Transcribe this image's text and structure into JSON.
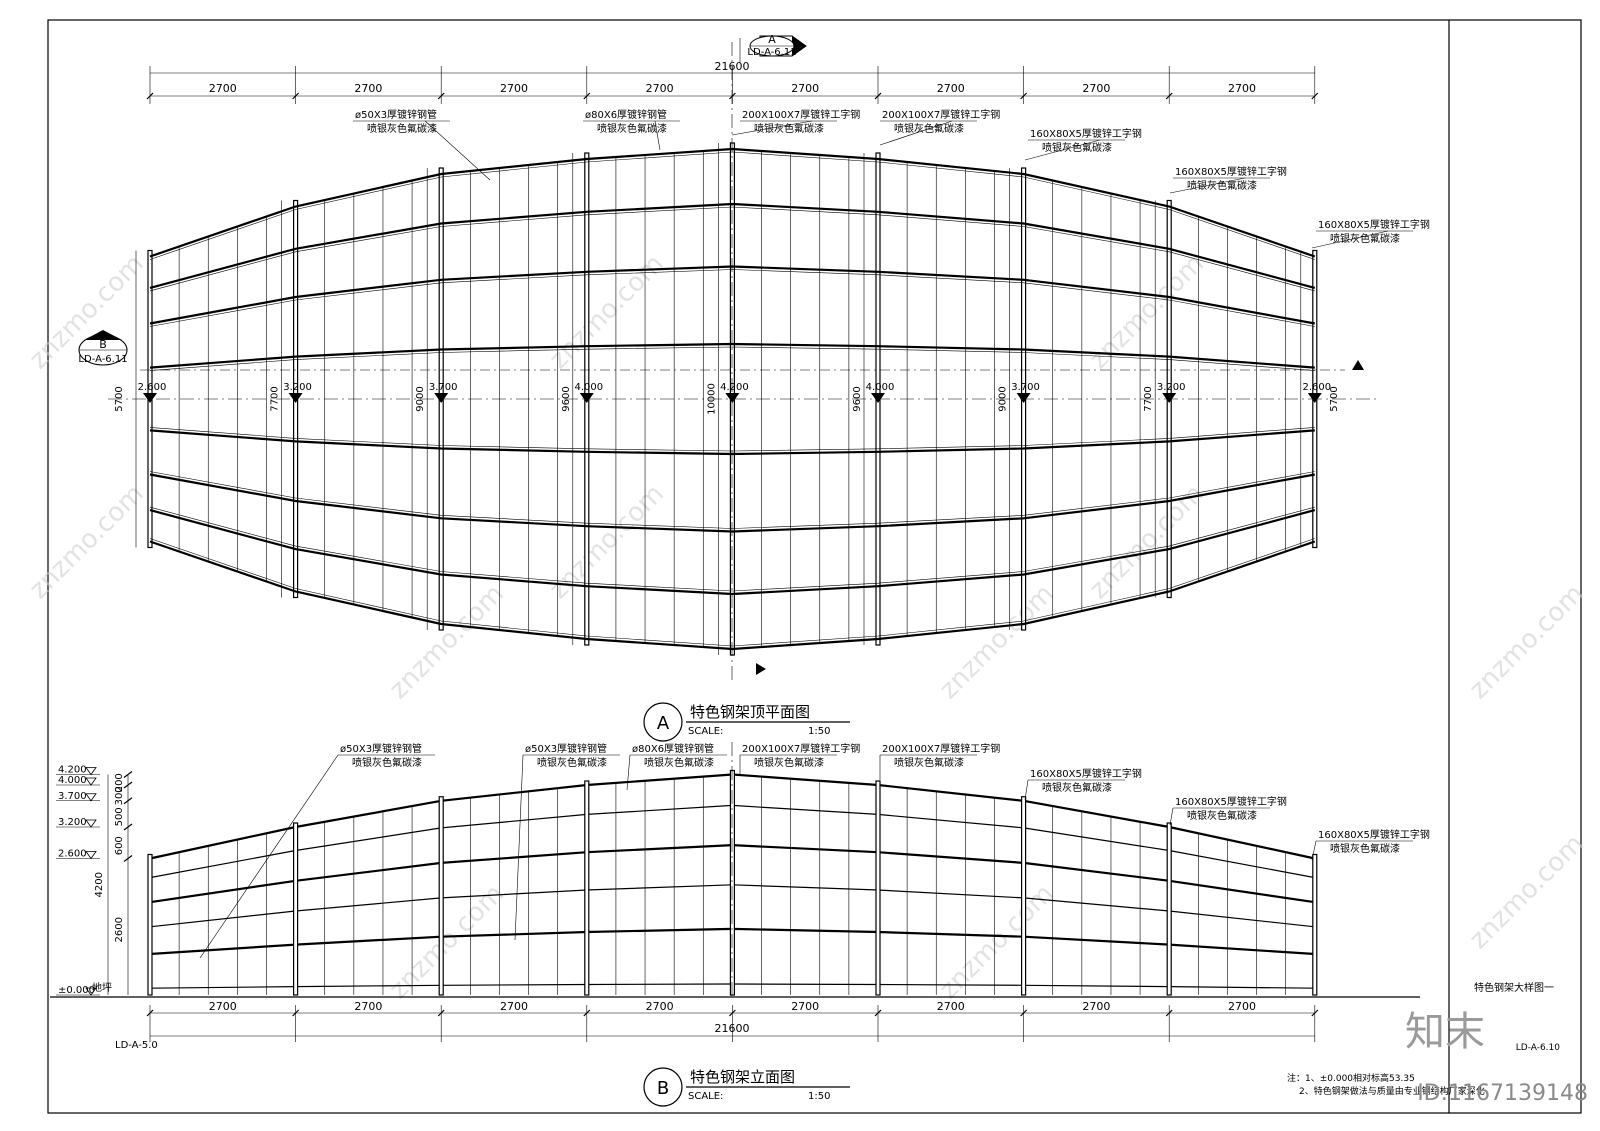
{
  "plan": {
    "title": "特色钢架顶平面图",
    "marker": "A",
    "scale_label": "SCALE:",
    "scale_value": "1:50",
    "section_ref_top": {
      "letter": "A",
      "code": "LD-A-6.11"
    },
    "section_ref_left": {
      "letter": "B",
      "code": "LD-A-6.11"
    },
    "bay_dims": [
      "2700",
      "2700",
      "2700",
      "2700",
      "2700",
      "2700",
      "2700",
      "2700"
    ],
    "total_dim": "21600",
    "axis_levels": [
      "2.600",
      "3.200",
      "3.700",
      "4.000",
      "4.200",
      "4.000",
      "3.700",
      "3.200",
      "2.600"
    ],
    "rib_lengths": [
      "5700",
      "7700",
      "9000",
      "9600",
      "10000",
      "9600",
      "9000",
      "7700",
      "5700"
    ],
    "callouts": [
      {
        "spec": "ø50X3厚镀锌钢管",
        "finish": "喷银灰色氟碳漆"
      },
      {
        "spec": "ø80X6厚镀锌钢管",
        "finish": "喷银灰色氟碳漆"
      },
      {
        "spec": "200X100X7厚镀锌工字钢",
        "finish": "喷银灰色氟碳漆"
      },
      {
        "spec": "200X100X7厚镀锌工字钢",
        "finish": "喷银灰色氟碳漆"
      },
      {
        "spec": "160X80X5厚镀锌工字钢",
        "finish": "喷银灰色氟碳漆"
      },
      {
        "spec": "160X80X5厚镀锌工字钢",
        "finish": "喷银灰色氟碳漆"
      },
      {
        "spec": "160X80X5厚镀锌工字钢",
        "finish": "喷银灰色氟碳漆"
      }
    ]
  },
  "elevation": {
    "title": "特色钢架立面图",
    "marker": "B",
    "scale_label": "SCALE:",
    "scale_value": "1:50",
    "levels": [
      "4.200",
      "4.000",
      "3.700",
      "3.200",
      "2.600",
      "±0.000"
    ],
    "ground_note": "地坪",
    "vertical_dims": [
      "200",
      "300",
      "500",
      "600",
      "2600",
      "4200"
    ],
    "bay_dims": [
      "2700",
      "2700",
      "2700",
      "2700",
      "2700",
      "2700",
      "2700",
      "2700"
    ],
    "total_dim": "21600",
    "ref_left": "LD-A-5.0",
    "callouts": [
      {
        "spec": "ø50X3厚镀锌钢管",
        "finish": "喷银灰色氟碳漆"
      },
      {
        "spec": "ø50X3厚镀锌钢管",
        "finish": "喷银灰色氟碳漆"
      },
      {
        "spec": "ø80X6厚镀锌钢管",
        "finish": "喷银灰色氟碳漆"
      },
      {
        "spec": "200X100X7厚镀锌工字钢",
        "finish": "喷银灰色氟碳漆"
      },
      {
        "spec": "200X100X7厚镀锌工字钢",
        "finish": "喷银灰色氟碳漆"
      },
      {
        "spec": "160X80X5厚镀锌工字钢",
        "finish": "喷银灰色氟碳漆"
      },
      {
        "spec": "160X80X5厚镀锌工字钢",
        "finish": "喷银灰色氟碳漆"
      },
      {
        "spec": "160X80X5厚镀锌工字钢",
        "finish": "喷银灰色氟碳漆"
      }
    ]
  },
  "notes": {
    "line1": "注：1、±0.000相对标高53.35",
    "line2": "2、特色钢架做法与质量由专业钢结构厂家深化"
  },
  "title_block": {
    "sheet_title": "特色钢架大样图一",
    "sheet_ref": "LD-A-6.10"
  },
  "watermark": {
    "text": "znzmo.com",
    "brand": "知末",
    "id": "ID:1167139148"
  }
}
